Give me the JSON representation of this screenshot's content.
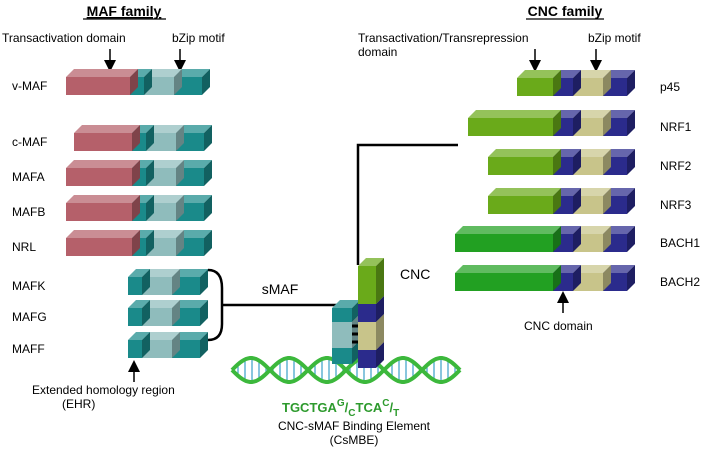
{
  "titles": {
    "maf": "MAF family",
    "cnc": "CNC family"
  },
  "maf_annotations": {
    "transactivation": "Transactivation domain",
    "bzip": "bZip motif",
    "ehr_line1": "Extended homology region",
    "ehr_line2": "(EHR)"
  },
  "cnc_annotations": {
    "trans_line1": "Transactivation/Transrepression",
    "trans_line2": "domain",
    "bzip": "bZip motif",
    "cnc_domain": "CNC domain"
  },
  "large_mafs": [
    "v-MAF",
    "c-MAF",
    "MAFA",
    "MAFB",
    "NRL"
  ],
  "small_mafs": [
    "MAFK",
    "MAFG",
    "MAFF"
  ],
  "cnc_members": [
    "p45",
    "NRF1",
    "NRF2",
    "NRF3",
    "BACH1",
    "BACH2"
  ],
  "center": {
    "smaf": "sMAF",
    "cnc": "CNC",
    "motif_main1": "TGCTGA",
    "motif_sup1": "G",
    "motif_slash1": "/",
    "motif_sub1": "C",
    "motif_main2": "TCA",
    "motif_sup2": "C",
    "motif_slash2": "/",
    "motif_sub2": "T",
    "element_line1": "CNC-sMAF Binding Element",
    "element_line2": "(CsMBE)"
  },
  "colors": {
    "transactivation": "#b5606a",
    "basic_region": "#1a8a8a",
    "leucine_zipper": "#8fbcbc",
    "cnc_trans": "#6aaa1a",
    "cnc_trans_bach": "#22a022",
    "cnc_domain": "#2b2b8c",
    "cnc_zipper": "#c8c48a",
    "dna_strand": "#3cb83c",
    "dna_rung": "#3aa0c8",
    "motif_text": "#2d9a2d"
  }
}
